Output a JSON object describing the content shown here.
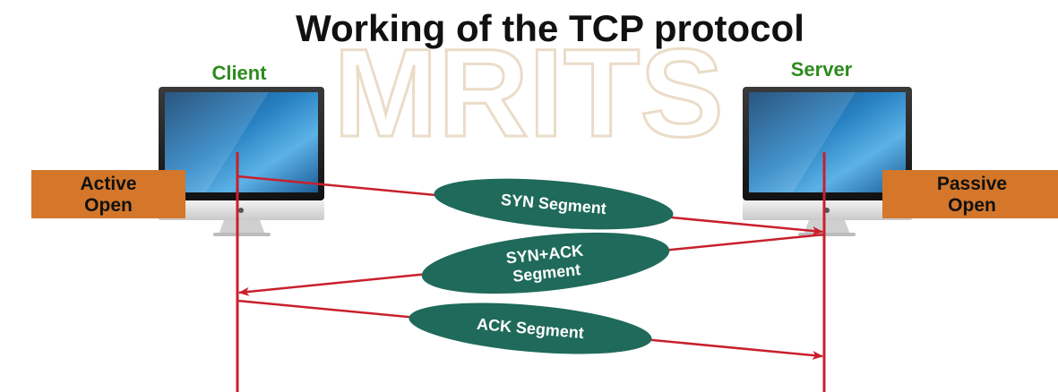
{
  "title": "Working of the TCP protocol",
  "watermark": "MRITS",
  "client": {
    "label": "Client"
  },
  "server": {
    "label": "Server"
  },
  "client_state": {
    "line1": "Active",
    "line2": "Open"
  },
  "server_state": {
    "line1": "Passive",
    "line2": "Open"
  },
  "segments": {
    "syn": {
      "label": "SYN Segment"
    },
    "syn_ack": {
      "line1": "SYN+ACK",
      "line2": "Segment"
    },
    "ack": {
      "label": "ACK Segment"
    }
  },
  "colors": {
    "timeline": "#c8202c",
    "segment_fill": "#1f6a5a",
    "state_box": "#d4772a",
    "host_label": "#2e8b1e"
  }
}
